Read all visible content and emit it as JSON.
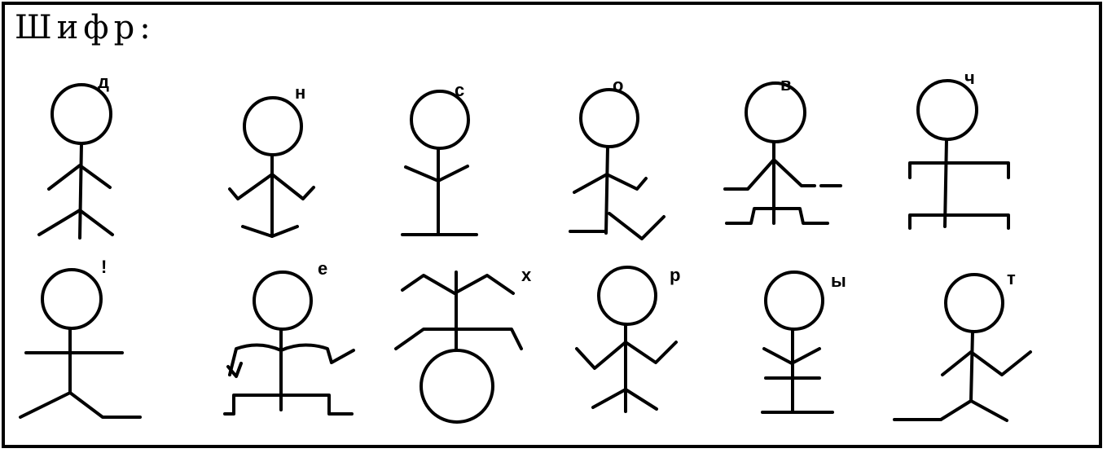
{
  "title": "Шифр:",
  "figures": [
    {
      "id": "d",
      "label": "д"
    },
    {
      "id": "n",
      "label": "н"
    },
    {
      "id": "s",
      "label": "с"
    },
    {
      "id": "o",
      "label": "о"
    },
    {
      "id": "v",
      "label": "в"
    },
    {
      "id": "ch",
      "label": "ч"
    },
    {
      "id": "excl",
      "label": "!"
    },
    {
      "id": "e",
      "label": "е"
    },
    {
      "id": "kh",
      "label": "х"
    },
    {
      "id": "r",
      "label": "р"
    },
    {
      "id": "y",
      "label": "ы"
    },
    {
      "id": "t",
      "label": "т"
    }
  ]
}
